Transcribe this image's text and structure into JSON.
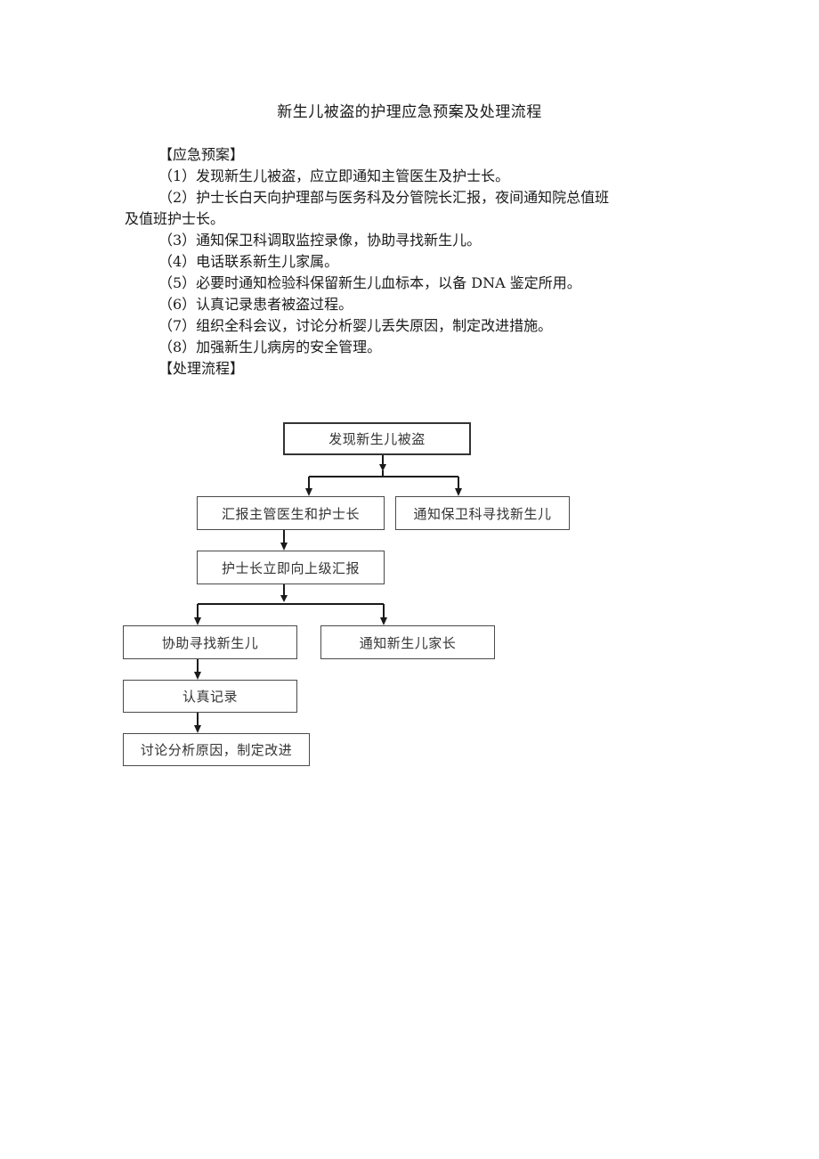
{
  "document": {
    "title": "新生儿被盗的护理应急预案及处理流程",
    "sections": {
      "emergency_plan": {
        "heading": "【应急预案】",
        "items": [
          "（1）发现新生儿被盗，应立即通知主管医生及护士长。",
          "（2）护士长白天向护理部与医务科及分管院长汇报，夜间通知院总值班",
          "及值班护士长。",
          "（3）通知保卫科调取监控录像，协助寻找新生儿。",
          "（4）电话联系新生儿家属。",
          "（5）必要时通知检验科保留新生儿血标本，以备 DNA 鉴定所用。",
          "（6）认真记录患者被盗过程。",
          "（7）组织全科会议，讨论分析婴儿丢失原因，制定改进措施。",
          "（8）加强新生儿病房的安全管理。"
        ]
      },
      "process_flow": {
        "heading": "【处理流程】"
      }
    }
  },
  "flowchart": {
    "nodes": [
      {
        "id": "discover",
        "label": "发现新生儿被盗"
      },
      {
        "id": "report_doctor",
        "label": "汇报主管医生和护士长"
      },
      {
        "id": "notify_security",
        "label": "通知保卫科寻找新生儿"
      },
      {
        "id": "head_nurse_report",
        "label": "护士长立即向上级汇报"
      },
      {
        "id": "assist_search",
        "label": "协助寻找新生儿"
      },
      {
        "id": "notify_parents",
        "label": "通知新生儿家长"
      },
      {
        "id": "record",
        "label": "认真记录"
      },
      {
        "id": "discuss",
        "label": "讨论分析原因，制定改进"
      }
    ],
    "edges": [
      [
        "discover",
        "report_doctor"
      ],
      [
        "discover",
        "notify_security"
      ],
      [
        "report_doctor",
        "head_nurse_report"
      ],
      [
        "head_nurse_report",
        "assist_search"
      ],
      [
        "head_nurse_report",
        "notify_parents"
      ],
      [
        "assist_search",
        "record"
      ],
      [
        "record",
        "discuss"
      ]
    ]
  }
}
